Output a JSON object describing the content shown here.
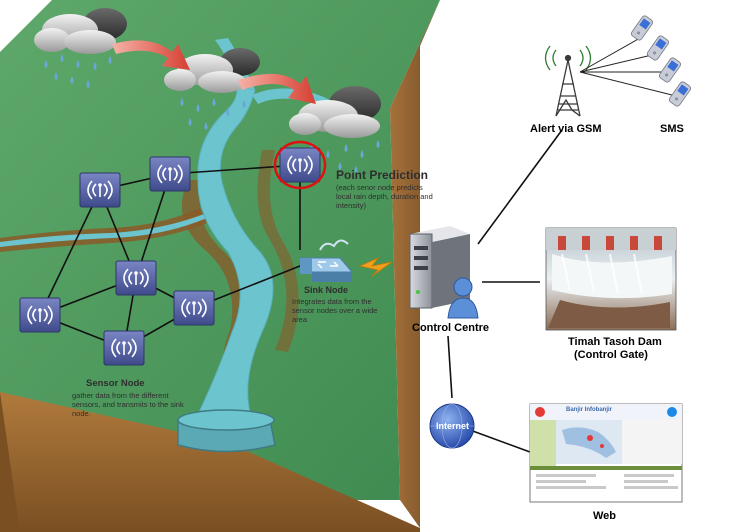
{
  "labels": {
    "alert_gsm": "Alert via GSM",
    "sms": "SMS",
    "control_centre": "Control Centre",
    "dam_title": "Timah Tasoh Dam",
    "dam_subtitle": "(Control Gate)",
    "internet": "Internet",
    "web": "Web",
    "point_prediction_title": "Point Prediction",
    "point_prediction_desc": "(each senor node predicts local rain depth, duration and intensity)",
    "sink_node_title": "Sink Node",
    "sink_node_desc": "Integrates data from the sensor nodes over a wide area",
    "sensor_node_title": "Sensor Node",
    "sensor_node_desc": "gather data from the different sensors, and transmits to the sink node."
  },
  "web_screenshot": {
    "title": "Banjir Infobanjir"
  },
  "colors": {
    "terrain_green": "#4f9a5e",
    "terrain_brown": "#9a6a35",
    "river": "#6cc4cf",
    "sensor_node": "#5a67a8",
    "highlight_ring": "#e01010",
    "arrow": "#e6564a",
    "internet_globe": "#3a63c8"
  }
}
